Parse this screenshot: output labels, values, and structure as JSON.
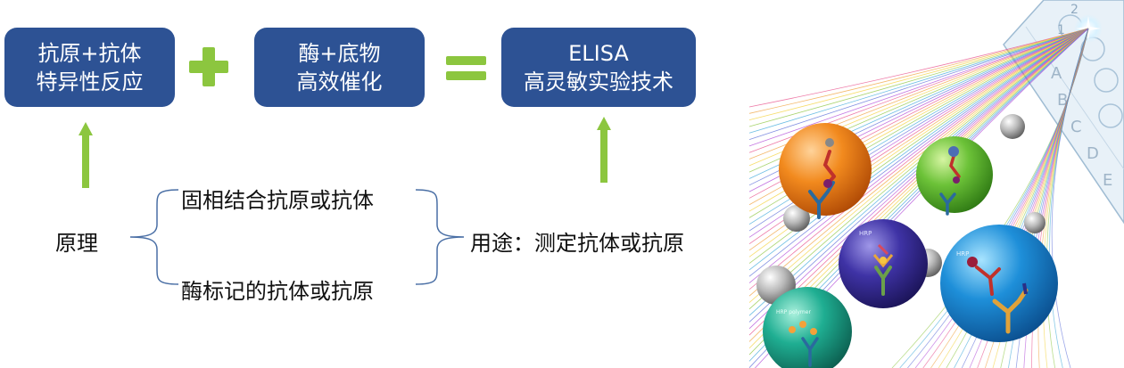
{
  "boxes": [
    {
      "line1": "抗原+抗体",
      "line2": "特异性反应"
    },
    {
      "line1": "酶+底物",
      "line2": "高效催化"
    },
    {
      "line1": "ELISA",
      "line2": "高灵敏实验技术"
    }
  ],
  "principle_label": "原理",
  "principle_items": [
    "固相结合抗原或抗体",
    "酶标记的抗体或抗原"
  ],
  "usage_label": "用途：测定抗体或抗原",
  "illustration": {
    "plate_well_labels": [
      "1",
      "2",
      "A",
      "B",
      "C",
      "D",
      "E"
    ],
    "enzyme_labels": [
      "HRP",
      "HRP",
      "HRP polymer"
    ]
  },
  "colors": {
    "box": "#2d5294",
    "green": "#8cc63f",
    "bracket": "#4a6fa5"
  }
}
